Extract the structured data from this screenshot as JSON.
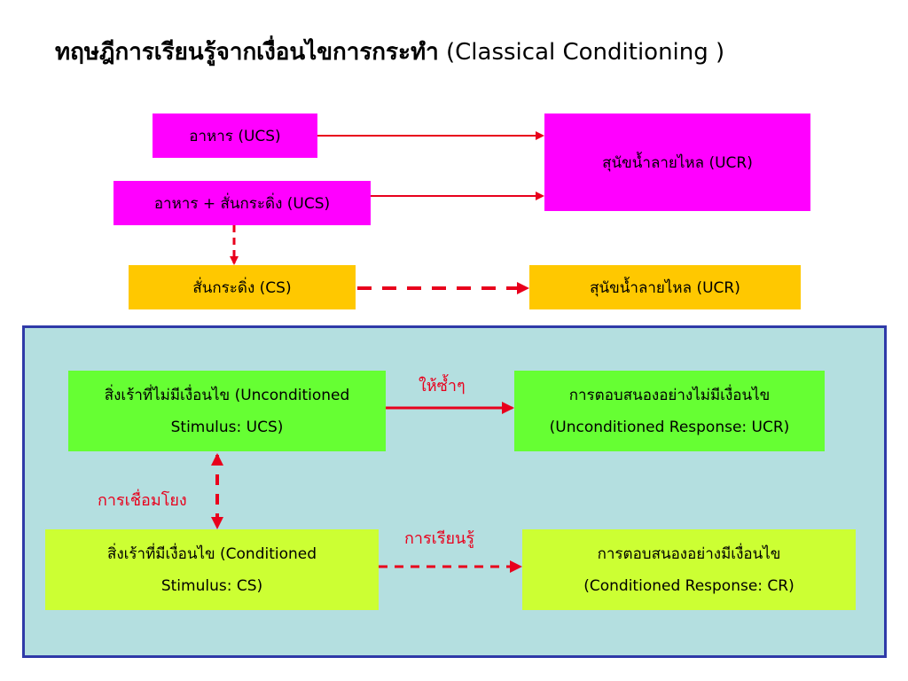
{
  "title": {
    "thai": "ทฤษฎีการเรียนรู้จากเงื่อนไขการกระทำ",
    "english": "(Classical Conditioning )"
  },
  "top": {
    "food_ucs": "อาหาร (UCS)",
    "food_bell_ucs": "อาหาร + สั่นกระดิ่ง (UCS)",
    "dog_salivates_ucr": "สุนัขน้ำลายไหล (UCR)",
    "bell_cs": "สั่นกระดิ่ง (CS)",
    "dog_salivates_ucr_2": "สุนัขน้ำลายไหล (UCR)"
  },
  "panel": {
    "ucs": {
      "line1": "สิ่งเร้าที่ไม่มีเงื่อนไข (Unconditioned",
      "line2": "Stimulus: UCS)"
    },
    "ucr": {
      "line1": "การตอบสนองอย่างไม่มีเงื่อนไข",
      "line2": "(Unconditioned Response: UCR)"
    },
    "cs": {
      "line1": "สิ่งเร้าที่มีเงื่อนไข (Conditioned",
      "line2": "Stimulus: CS)"
    },
    "cr": {
      "line1": "การตอบสนองอย่างมีเงื่อนไข",
      "line2": "(Conditioned Response: CR)"
    },
    "label_repeat": "ให้ซ้ำๆ",
    "label_association": "การเชื่อมโยง",
    "label_learning": "การเรียนรู้"
  },
  "colors": {
    "magenta": "#ff00ff",
    "orange": "#ffc800",
    "green": "#66ff33",
    "lime": "#ccff33",
    "panel_bg": "#b4dfe0",
    "panel_border": "#2f3aa8",
    "arrow_red": "#e8001c"
  }
}
